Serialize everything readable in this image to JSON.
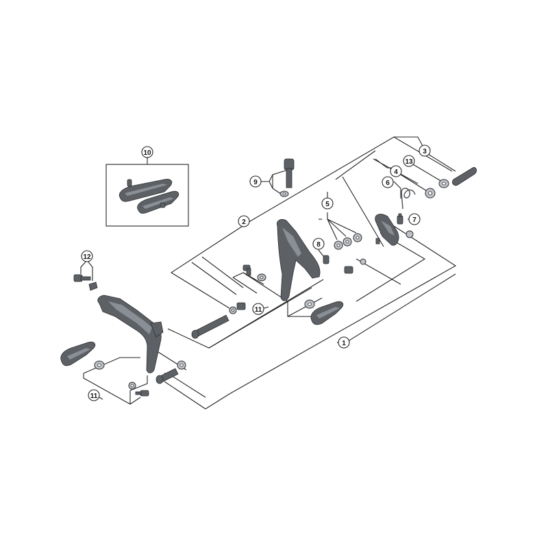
{
  "diagram": {
    "callouts": [
      {
        "id": "1",
        "label": "1"
      },
      {
        "id": "2",
        "label": "2"
      },
      {
        "id": "3",
        "label": "3"
      },
      {
        "id": "4",
        "label": "4"
      },
      {
        "id": "5",
        "label": "5"
      },
      {
        "id": "6",
        "label": "6"
      },
      {
        "id": "7",
        "label": "7"
      },
      {
        "id": "8",
        "label": "8"
      },
      {
        "id": "9",
        "label": "9"
      },
      {
        "id": "10",
        "label": "10"
      },
      {
        "id": "11a",
        "label": "11"
      },
      {
        "id": "11b",
        "label": "11"
      },
      {
        "id": "12",
        "label": "12"
      },
      {
        "id": "13",
        "label": "13"
      }
    ],
    "colors": {
      "part": "#5d6166",
      "washer": "#bfc3c7",
      "line": "#222222",
      "background": "#ffffff"
    }
  }
}
